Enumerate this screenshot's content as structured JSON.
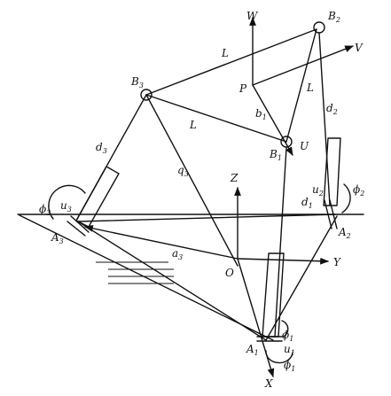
{
  "labels": {
    "B2": {
      "base": "B",
      "sub": "2"
    },
    "B3": {
      "base": "B",
      "sub": "3"
    },
    "B1": {
      "base": "B",
      "sub": "1"
    },
    "W": {
      "base": "W",
      "sub": ""
    },
    "V": {
      "base": "V",
      "sub": ""
    },
    "P": {
      "base": "P",
      "sub": ""
    },
    "U": {
      "base": "U",
      "sub": ""
    },
    "b1": {
      "base": "b",
      "sub": "1"
    },
    "L_top": {
      "base": "L",
      "sub": ""
    },
    "L_mid": {
      "base": "L",
      "sub": ""
    },
    "L_right": {
      "base": "L",
      "sub": ""
    },
    "d1": {
      "base": "d",
      "sub": "1"
    },
    "d2": {
      "base": "d",
      "sub": "2"
    },
    "d3": {
      "base": "d",
      "sub": "3"
    },
    "q3": {
      "base": "q",
      "sub": "3"
    },
    "Z": {
      "base": "Z",
      "sub": ""
    },
    "Y": {
      "base": "Y",
      "sub": ""
    },
    "X": {
      "base": "X",
      "sub": ""
    },
    "O": {
      "base": "O",
      "sub": ""
    },
    "a3": {
      "base": "a",
      "sub": "3"
    },
    "A1": {
      "base": "A",
      "sub": "1"
    },
    "A2": {
      "base": "A",
      "sub": "2"
    },
    "A3": {
      "base": "A",
      "sub": "3"
    },
    "u1": {
      "base": "u",
      "sub": "1"
    },
    "u2": {
      "base": "u",
      "sub": "2"
    },
    "u3": {
      "base": "u",
      "sub": "3"
    },
    "phi1_top": {
      "base": "ϕ",
      "sub": "1"
    },
    "phi1_bot": {
      "base": "ϕ",
      "sub": "1"
    },
    "phi2": {
      "base": "ϕ",
      "sub": "2"
    },
    "phi3": {
      "base": "ϕ",
      "sub": "3"
    }
  }
}
